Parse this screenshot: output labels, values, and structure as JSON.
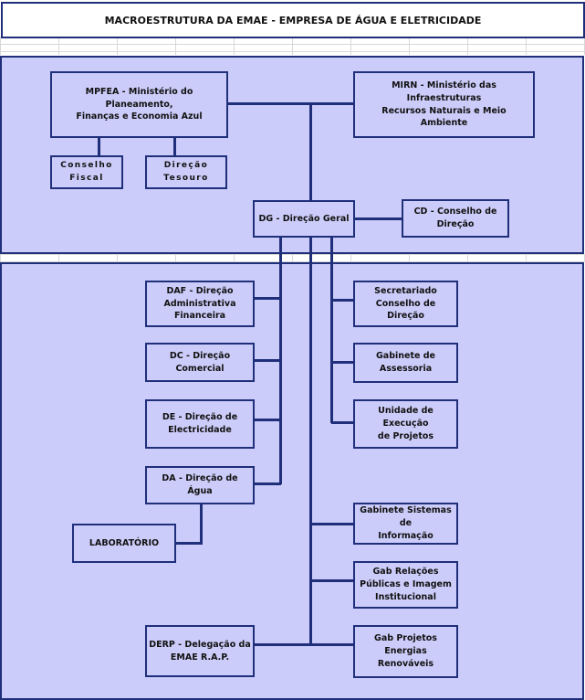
{
  "title": "MACROESTRUTURA DA EMAE - EMPRESA DE ÁGUA E ELETRICIDADE",
  "boxes": {
    "mpfea": "MPFEA - Ministério do Planeamento,\nFinanças e Economia Azul",
    "mirn": "MIRN - Ministério das Infraestruturas\nRecursos Naturais e Meio Ambiente",
    "conselho_fiscal": "Conselho\nFiscal",
    "direcao_tesouro": "Direção\nTesouro",
    "dg": "DG - Direção Geral",
    "cd": "CD - Conselho de\nDireção",
    "daf": "DAF - Direção\nAdministrativa\nFinanceira",
    "dc": "DC - Direção\nComercial",
    "de": "DE - Direção de\nElectricidade",
    "da": "DA - Direção de Água",
    "laboratorio": "LABORATÓRIO",
    "derp": "DERP - Delegação da\nEMAE R.A.P.",
    "secretariado": "Secretariado\nConselho de Direção",
    "gabinete_assessoria": "Gabinete de\nAssessoria",
    "unidade_execucao": "Unidade de Execução\nde Projetos",
    "gabinete_si": "Gabinete Sistemas de\nInformação",
    "gab_relacoes": "Gab Relações\nPúblicas e Imagem\nInstitucional",
    "gab_energias": "Gab Projetos Energias\nRenováveis"
  }
}
